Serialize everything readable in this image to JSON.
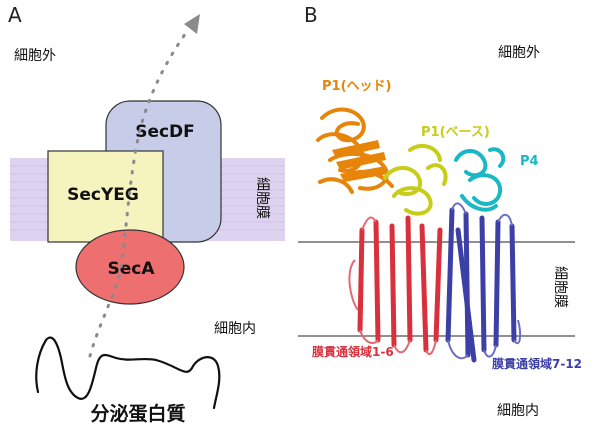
{
  "panel_a": {
    "letter": "A",
    "outside_label": "細胞外",
    "inside_label": "細胞内",
    "membrane_label": "細胞膜",
    "secdf_label": "SecDF",
    "secyeg_label": "SecYEG",
    "seca_label": "SecA",
    "protein_label": "分泌蛋白質"
  },
  "panel_b": {
    "letter": "B",
    "outside_label": "細胞外",
    "inside_label": "細胞内",
    "membrane_label": "細胞膜",
    "p1_head_label": "P1(ヘッド)",
    "p1_base_label": "P1(ベース)",
    "p4_label": "P4",
    "tm_1_6_label": "膜貫通領域1-6",
    "tm_7_12_label": "膜貫通領域7-12"
  },
  "colors": {
    "membrane": "#ddd3ee",
    "secdf": "#c7cde9",
    "secyeg": "#f5f4be",
    "seca": "#ee6f6f",
    "p1_head": "#e6850a",
    "p1_base": "#c8cc1a",
    "p4": "#19b8c4",
    "tm_1_6": "#d8303c",
    "tm_7_12": "#3b3fa6"
  }
}
